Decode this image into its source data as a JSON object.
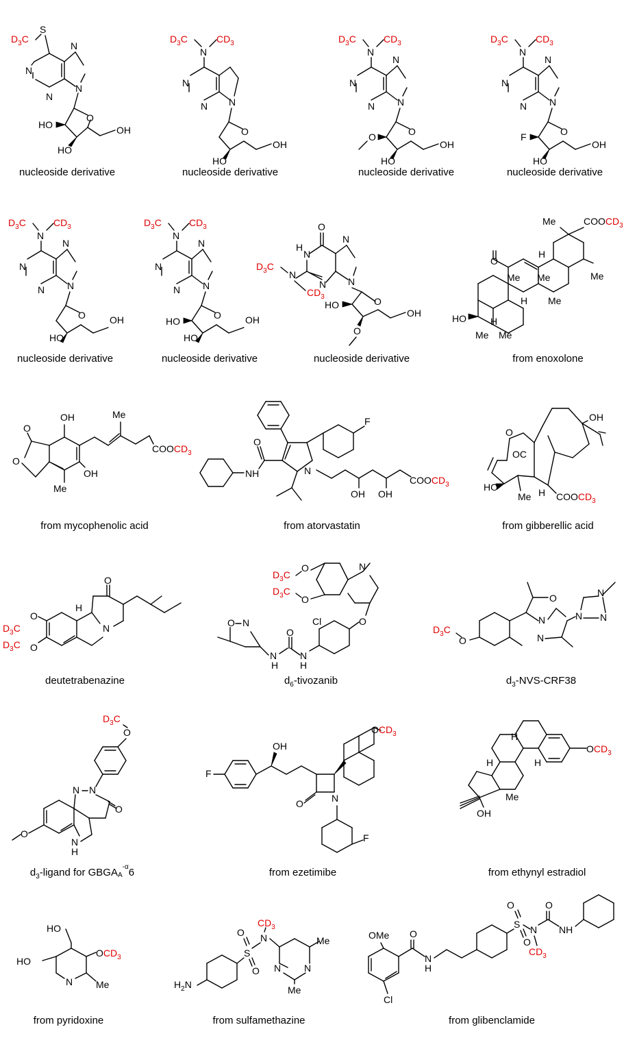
{
  "colors": {
    "deuterium_label": "#e00000",
    "bond": "#000000",
    "background": "#ffffff"
  },
  "labels": {
    "cd3": "CD",
    "d3c": "D",
    "three": "3",
    "c_letter": "C",
    "sub_six": "6",
    "d_letter": "d",
    "oh": "OH",
    "ho": "HO",
    "h2n_h": "H",
    "h2n_n": "N",
    "s": "S",
    "n": "N",
    "o": "O",
    "f": "F",
    "h": "H",
    "me": "Me",
    "cl": "Cl",
    "nh": "NH",
    "ome": "OMe",
    "coo": "COO",
    "oc": "OC",
    "ocd3_o": "O",
    "two": "2",
    "nplus": "N"
  },
  "captions": {
    "c1": "nucleoside derivative",
    "c2": "nucleoside derivative",
    "c3": "nucleoside derivative",
    "c4": "nucleoside derivative",
    "c5": "nucleoside derivative",
    "c6": "nucleoside derivative",
    "c7": "nucleoside derivative",
    "c8": "from enoxolone",
    "c9": "from mycophenolic acid",
    "c10": "from atorvastatin",
    "c11": "from gibberellic acid",
    "c12": "deutetrabenazine",
    "c13_pre": "d",
    "c13_sub": "6",
    "c13_post": "-tivozanib",
    "c14_pre": "d",
    "c14_sub": "3",
    "c14_post": "-NVS-CRF38",
    "c15_pre": "d",
    "c15_sub": "3",
    "c15_mid": "-ligand for GBGA",
    "c15_A": "A",
    "c15_sup": "-α",
    "c15_post": "6",
    "c16": "from ezetimibe",
    "c17": "from ethynyl estradiol",
    "c18": "from pyridoxine",
    "c19": "from sulfamethazine",
    "c20": "from glibenclamide"
  }
}
